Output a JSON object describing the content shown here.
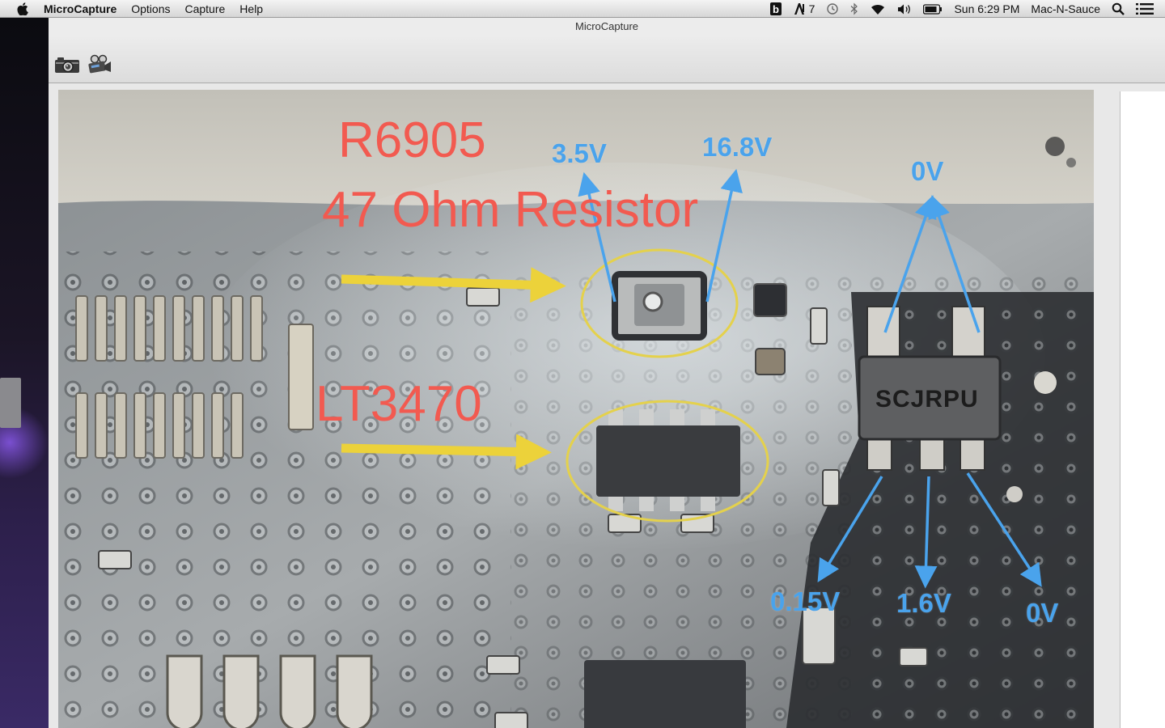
{
  "menubar": {
    "app_name": "MicroCapture",
    "menus": [
      "Options",
      "Capture",
      "Help"
    ],
    "status": {
      "adobe_badge": "7",
      "clock": "Sun 6:29 PM",
      "user": "Mac-N-Sauce"
    }
  },
  "window": {
    "title": "MicroCapture"
  },
  "toolbar": {
    "icons": [
      "camera-icon",
      "video-camera-icon"
    ]
  },
  "annotations": {
    "red": {
      "part_id": "R6905",
      "part_desc": "47 Ohm Resistor",
      "chip": "LT3470"
    },
    "voltages": {
      "v_left_resistor": "3.5V",
      "v_right_resistor": "16.8V",
      "v_top_ic": "0V",
      "v_bottom_left": "0.15V",
      "v_bottom_mid": "1.6V",
      "v_bottom_right": "0V"
    },
    "chip_marking": "SCJRPU",
    "colors": {
      "red_text": "#f25a50",
      "blue_text": "#4aa3ec",
      "yellow_arrow": "#ecd23a",
      "yellow_circle": "#e4d14c"
    }
  }
}
